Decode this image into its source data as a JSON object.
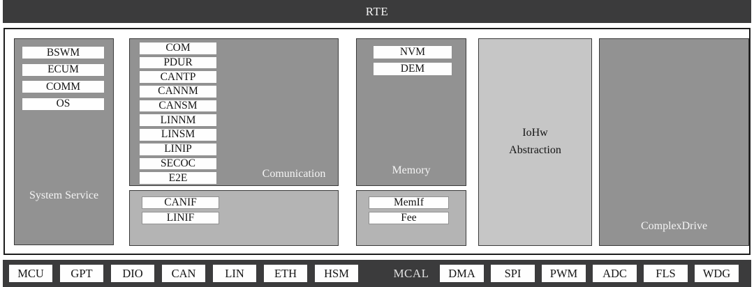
{
  "rte": {
    "label": "RTE"
  },
  "layers": {
    "system_service": {
      "label": "System Service",
      "modules": [
        "BSWM",
        "ECUM",
        "COMM",
        "OS"
      ]
    },
    "communication": {
      "label": "Comunication",
      "modules": [
        "COM",
        "PDUR",
        "CANTP",
        "CANNM",
        "CANSM",
        "LINNM",
        "LINSM",
        "LINIP",
        "SECOC",
        "E2E"
      ],
      "interface_modules": [
        "CANIF",
        "LINIF"
      ]
    },
    "memory": {
      "label": "Memory",
      "modules": [
        "NVM",
        "DEM"
      ],
      "interface_modules": [
        "MemIf",
        "Fee"
      ]
    },
    "iohw_abstraction": {
      "label_line1": "IoHw",
      "label_line2": "Abstraction"
    },
    "complex_drive": {
      "label": "ComplexDrive"
    }
  },
  "mcal": {
    "label": "MCAL",
    "left_modules": [
      "MCU",
      "GPT",
      "DIO",
      "CAN",
      "LIN",
      "ETH",
      "HSM"
    ],
    "right_modules": [
      "DMA",
      "SPI",
      "PWM",
      "ADC",
      "FLS",
      "WDG"
    ]
  },
  "colors": {
    "bar_dark": "#3b3b3c",
    "panel_border": "#1c1c1c",
    "box_gray": "#929292",
    "box_light_gray": "#b4b4b4",
    "iohw_gray": "#c6c6c6",
    "chip_white": "#fefefe",
    "chip_border": "#909090",
    "label_light": "#f4f4f4",
    "text_dark": "#141414"
  }
}
